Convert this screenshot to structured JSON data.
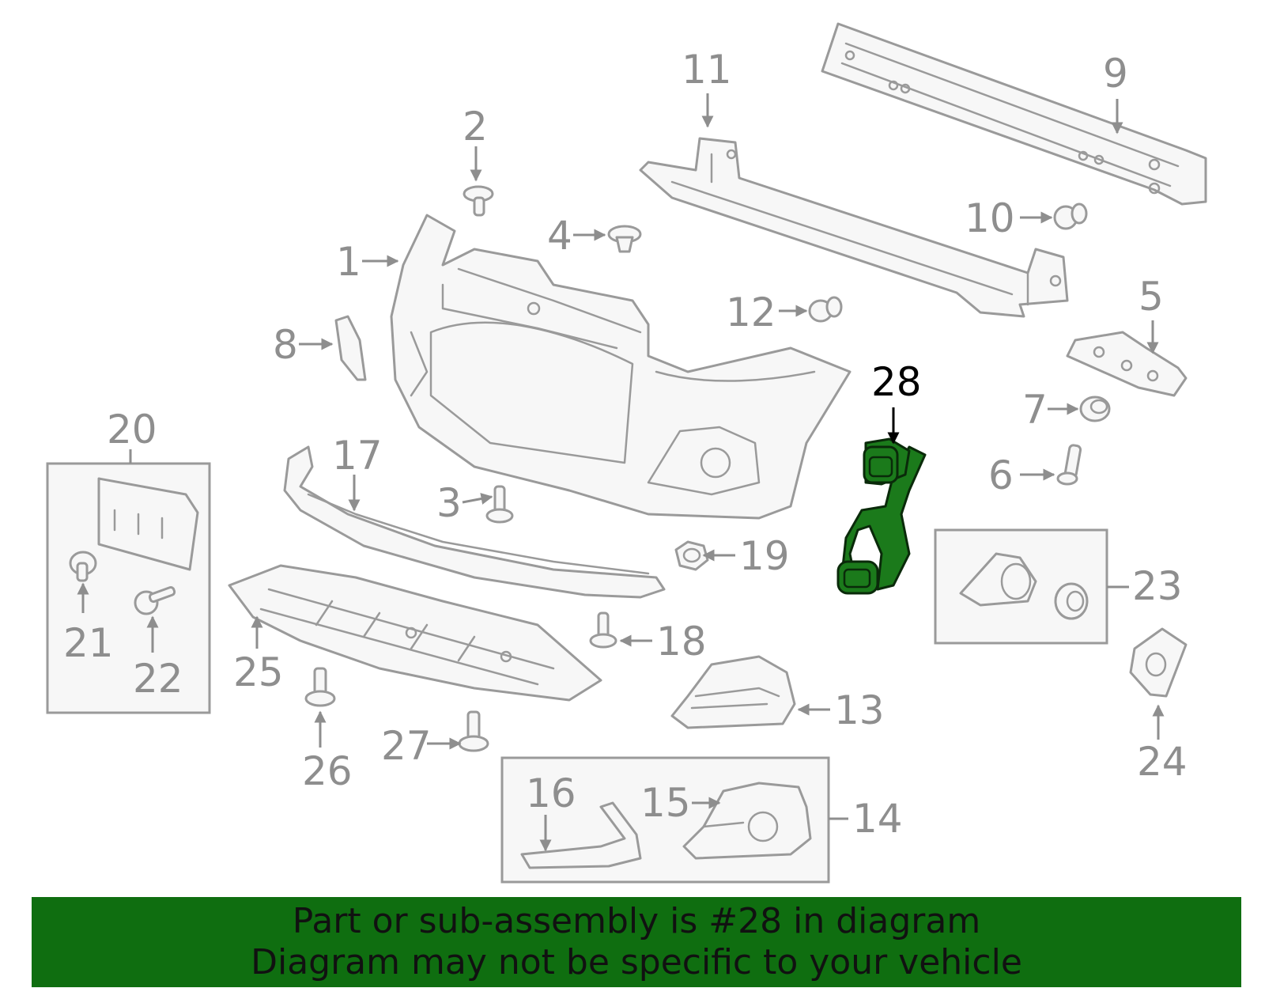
{
  "callouts": [
    {
      "id": "1",
      "label": "1"
    },
    {
      "id": "2",
      "label": "2"
    },
    {
      "id": "3",
      "label": "3"
    },
    {
      "id": "4",
      "label": "4"
    },
    {
      "id": "5",
      "label": "5"
    },
    {
      "id": "6",
      "label": "6"
    },
    {
      "id": "7",
      "label": "7"
    },
    {
      "id": "8",
      "label": "8"
    },
    {
      "id": "9",
      "label": "9"
    },
    {
      "id": "10",
      "label": "10"
    },
    {
      "id": "11",
      "label": "11"
    },
    {
      "id": "12",
      "label": "12"
    },
    {
      "id": "13",
      "label": "13"
    },
    {
      "id": "14",
      "label": "14"
    },
    {
      "id": "15",
      "label": "15"
    },
    {
      "id": "16",
      "label": "16"
    },
    {
      "id": "17",
      "label": "17"
    },
    {
      "id": "18",
      "label": "18"
    },
    {
      "id": "19",
      "label": "19"
    },
    {
      "id": "20",
      "label": "20"
    },
    {
      "id": "21",
      "label": "21"
    },
    {
      "id": "22",
      "label": "22"
    },
    {
      "id": "23",
      "label": "23"
    },
    {
      "id": "24",
      "label": "24"
    },
    {
      "id": "25",
      "label": "25"
    },
    {
      "id": "26",
      "label": "26"
    },
    {
      "id": "27",
      "label": "27"
    },
    {
      "id": "28",
      "label": "28",
      "highlighted": true
    }
  ],
  "highlight_color": "#1b7a1b",
  "banner": {
    "line1": "Part or sub-assembly is #28 in diagram",
    "line2": "Diagram may not be specific to your vehicle",
    "color": "#0f6e10"
  }
}
